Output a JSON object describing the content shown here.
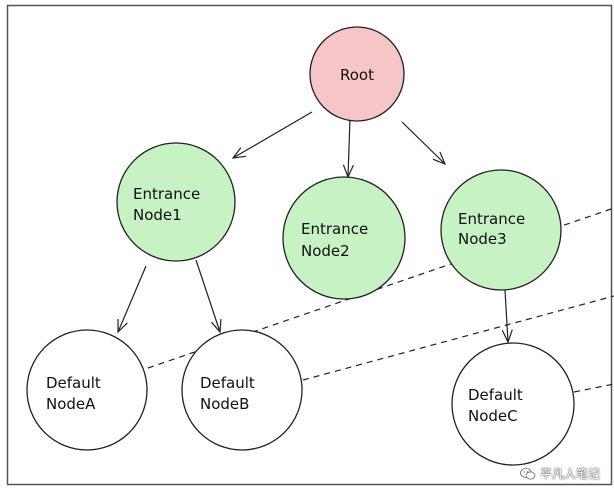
{
  "colors": {
    "root_fill": "#f6c5c7",
    "entrance_fill": "#c6f2c4",
    "default_fill": "#ffffff",
    "stroke": "#222222",
    "frame": "#555555"
  },
  "nodes": {
    "root": {
      "line1": "Root"
    },
    "entrance1": {
      "line1": "Entrance",
      "line2": "Node1"
    },
    "entrance2": {
      "line1": "Entrance",
      "line2": "Node2"
    },
    "entrance3": {
      "line1": "Entrance",
      "line2": "Node3"
    },
    "defaultA": {
      "line1": "Default",
      "line2": "NodeA"
    },
    "defaultB": {
      "line1": "Default",
      "line2": "NodeB"
    },
    "defaultC": {
      "line1": "Default",
      "line2": "NodeC"
    }
  },
  "watermark": {
    "text": "平凡人笔记",
    "icon": "wechat-icon"
  }
}
